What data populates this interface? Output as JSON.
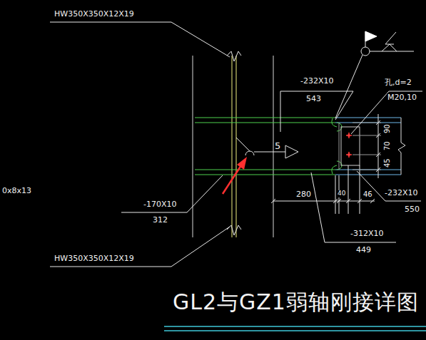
{
  "diagram": {
    "title": "GL2与GZ1弱轴刚接详图",
    "labels": [
      "HW350X350X12X19",
      "-232X10",
      "543",
      "孔,d=2",
      "M20,10",
      "90",
      "70",
      "5",
      "45",
      "0x8x13",
      "-170X10",
      "312",
      "280",
      "40",
      "46",
      "-232X10",
      "550",
      "-312X10",
      "449",
      "HW350X350X12X19"
    ]
  }
}
